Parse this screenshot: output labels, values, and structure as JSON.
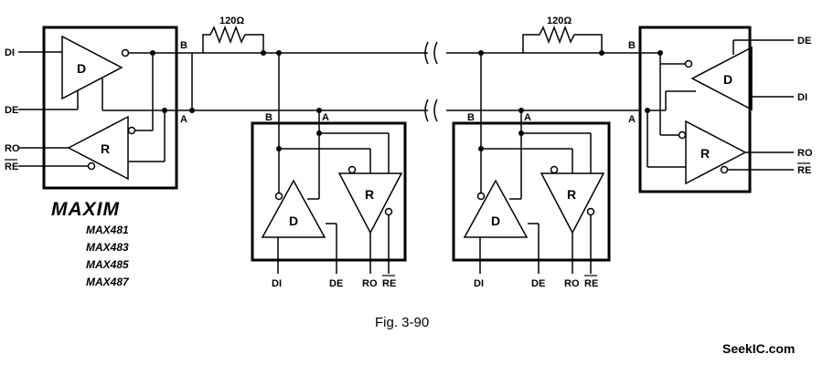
{
  "diagram": {
    "caption": "Fig. 3-90",
    "watermark": "SeekIC.com",
    "resistor_left": "120Ω",
    "resistor_right": "120Ω",
    "logo": "MAXIM",
    "part_numbers": [
      "MAX481",
      "MAX483",
      "MAX485",
      "MAX487"
    ],
    "left_transceiver": {
      "pins": [
        "DI",
        "DE",
        "RO",
        "RE"
      ],
      "bus_labels": [
        "B",
        "A"
      ],
      "driver_label": "D",
      "receiver_label": "R"
    },
    "middle_transceiver_1": {
      "bus_labels": [
        "B",
        "A"
      ],
      "bottom_pins": [
        "DI",
        "DE",
        "RO",
        "RE"
      ],
      "driver_label": "D",
      "receiver_label": "R"
    },
    "middle_transceiver_2": {
      "bus_labels": [
        "B",
        "A"
      ],
      "bottom_pins": [
        "DI",
        "DE",
        "RO",
        "RE"
      ],
      "driver_label": "D",
      "receiver_label": "R"
    },
    "right_transceiver": {
      "pins": [
        "DE",
        "DI",
        "RO",
        "RE"
      ],
      "bus_labels": [
        "B",
        "A"
      ],
      "driver_label": "D",
      "receiver_label": "R"
    }
  }
}
